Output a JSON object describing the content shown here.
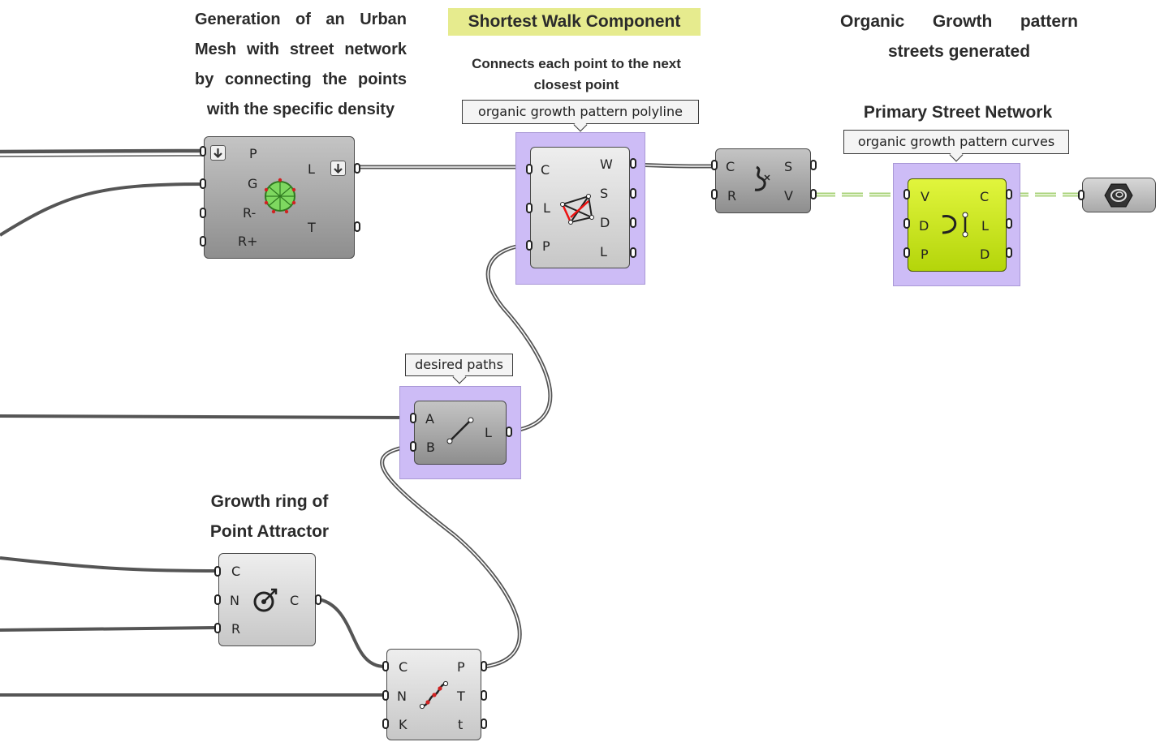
{
  "annotations": {
    "urban_mesh": [
      "Generation of an Urban",
      "Mesh with street network",
      "by connecting the points",
      "with the specific density"
    ],
    "shortest_walk_title": "Shortest Walk Component",
    "shortest_walk_desc": [
      "Connects each point to the next",
      "closest point"
    ],
    "organic_growth": [
      "Organic Growth pattern",
      "streets generated"
    ],
    "primary_street": "Primary Street Network",
    "growth_ring": [
      "Growth ring of",
      "Point Attractor"
    ]
  },
  "tags": {
    "polyline": "organic growth pattern polyline",
    "curves": "organic growth pattern curves",
    "desired_paths": "desired paths"
  },
  "components": {
    "mesh": {
      "icon": "mesh-sphere-icon",
      "inputs": [
        "P",
        "G",
        "R-",
        "R+"
      ],
      "outputs": [
        "L",
        "T"
      ]
    },
    "shortest_walk": {
      "icon": "shortest-walk-icon",
      "inputs": [
        "C",
        "L",
        "P"
      ],
      "outputs": [
        "W",
        "S",
        "D",
        "L"
      ]
    },
    "join": {
      "icon": "join-curves-icon",
      "inputs": [
        "C",
        "R"
      ],
      "outputs": [
        "S",
        "V"
      ]
    },
    "primary": {
      "icon": "curve-network-icon",
      "inputs": [
        "V",
        "D",
        "P"
      ],
      "outputs": [
        "C",
        "L",
        "D"
      ]
    },
    "bake": {
      "icon": "bake-icon"
    },
    "line": {
      "icon": "line-icon",
      "inputs": [
        "A",
        "B"
      ],
      "outputs": [
        "L"
      ]
    },
    "circle": {
      "icon": "circle-target-icon",
      "inputs": [
        "C",
        "N",
        "R"
      ],
      "outputs": [
        "C"
      ]
    },
    "divide": {
      "icon": "divide-curve-icon",
      "inputs": [
        "C",
        "N",
        "K"
      ],
      "outputs": [
        "P",
        "T",
        "t"
      ]
    }
  },
  "colors": {
    "group_fill": "#cdbcf6",
    "green_component": "#cbe21f",
    "wire": "#555555",
    "selected_wire": "#a8d27b",
    "highlight": "#e6eb8e"
  }
}
